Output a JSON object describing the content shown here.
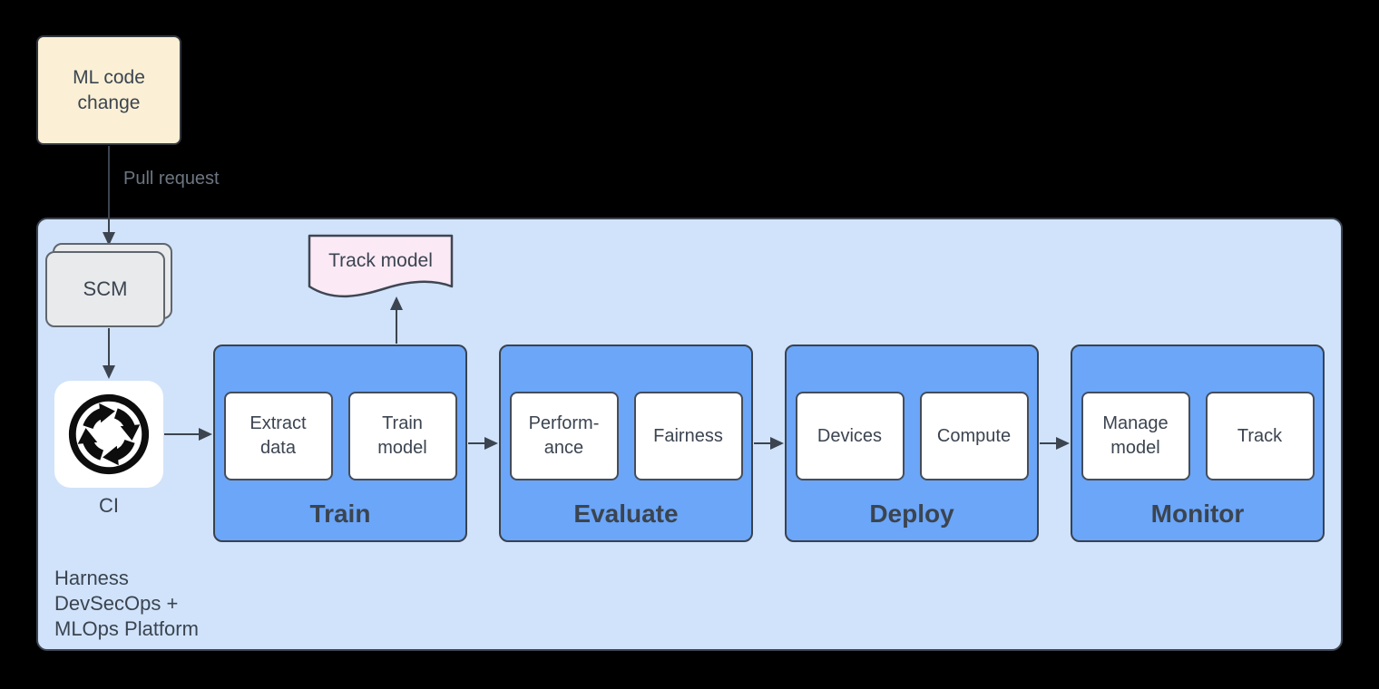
{
  "colors": {
    "background": "#000000",
    "ml_code_change_fill": "#FBF0D5",
    "platform_fill": "#D1E3FA",
    "stage_fill": "#6BA6F8",
    "stage_item_fill": "#FFFFFF",
    "scm_fill": "#E9EAEB",
    "track_model_fill": "#FBE9F6",
    "text": "#3B4450",
    "connector": "#3C4450",
    "ci_icon": "#0D0D0D"
  },
  "nodes": {
    "ml_code_change": "ML code\nchange",
    "scm": "SCM",
    "ci_label": "CI",
    "track_model": "Track model"
  },
  "labels": {
    "pull_request": "Pull request",
    "platform": "Harness\nDevSecOps +\nMLOps Platform"
  },
  "stages": [
    {
      "name": "Train",
      "items": [
        "Extract\ndata",
        "Train\nmodel"
      ]
    },
    {
      "name": "Evaluate",
      "items": [
        "Perform-\nance",
        "Fairness"
      ]
    },
    {
      "name": "Deploy",
      "items": [
        "Devices",
        "Compute"
      ]
    },
    {
      "name": "Monitor",
      "items": [
        "Manage\nmodel",
        "Track"
      ]
    }
  ],
  "connections": [
    {
      "from": "ML code change",
      "to": "SCM",
      "label": "Pull request"
    },
    {
      "from": "SCM",
      "to": "CI",
      "label": ""
    },
    {
      "from": "CI",
      "to": "Train",
      "label": ""
    },
    {
      "from": "Train",
      "to": "Track model",
      "label": ""
    },
    {
      "from": "Train",
      "to": "Evaluate",
      "label": ""
    },
    {
      "from": "Evaluate",
      "to": "Deploy",
      "label": ""
    },
    {
      "from": "Deploy",
      "to": "Monitor",
      "label": ""
    }
  ]
}
